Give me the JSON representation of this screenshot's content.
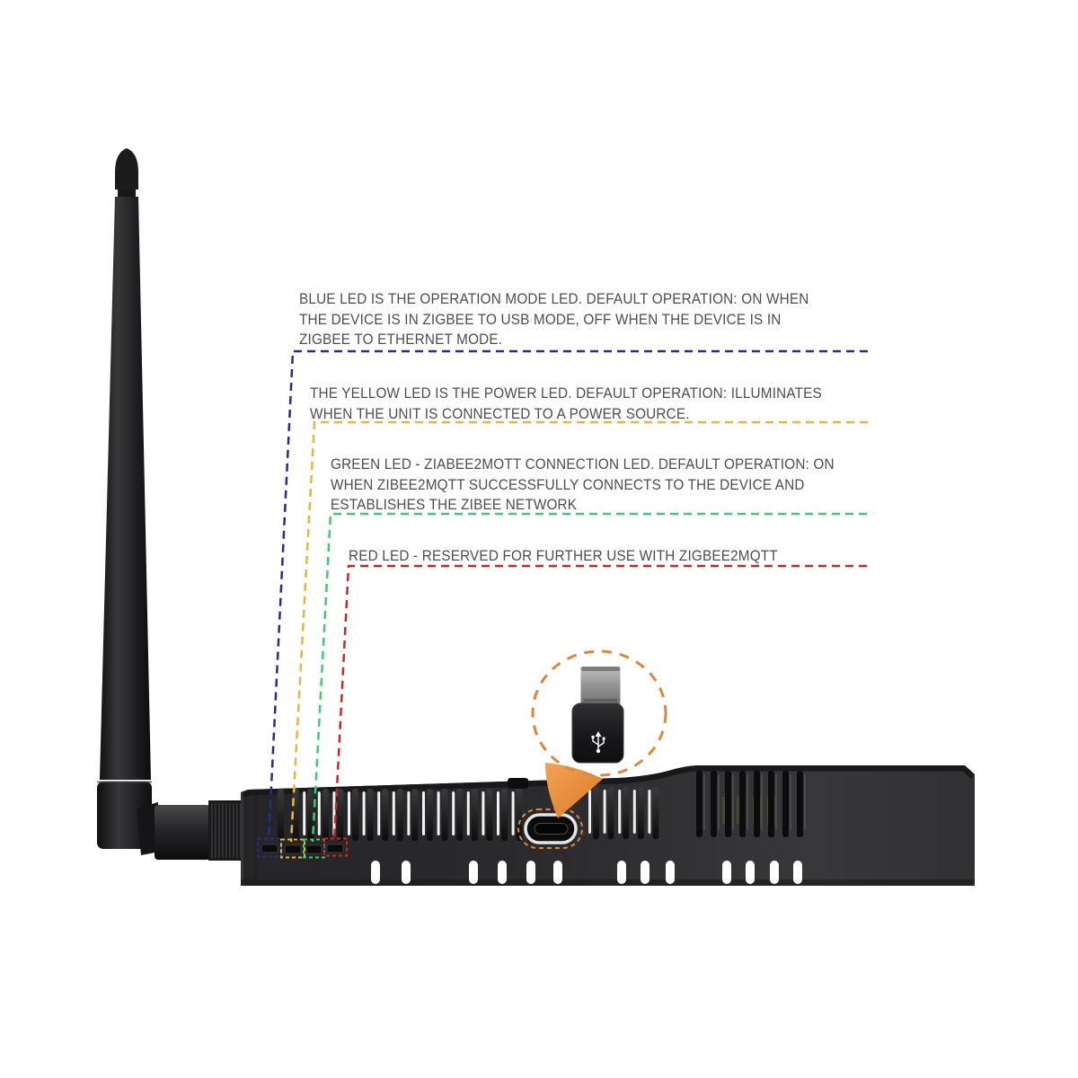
{
  "page": {
    "background": "#ffffff",
    "text_color": "#4d4d4f"
  },
  "annotations": [
    {
      "led": "blue",
      "color": "#2b2b8e",
      "lines": [
        "BLUE LED IS THE OPERATION MODE LED. DEFAULT OPERATION: ON WHEN",
        "THE DEVICE IS IN ZIGBEE TO USB MODE, OFF WHEN THE DEVICE IS IN",
        "ZIGBEE TO ETHERNET MODE."
      ]
    },
    {
      "led": "yellow",
      "color": "#ecb43e",
      "lines": [
        "THE YELLOW LED IS THE POWER LED. DEFAULT OPERATION: ILLUMINATES",
        "WHEN THE UNIT IS CONNECTED TO A POWER SOURCE."
      ]
    },
    {
      "led": "green",
      "color": "#3ecb72",
      "lines": [
        "GREEN LED - ZIABEE2MOTT CONNECTION LED. DEFAULT OPERATION: ON",
        "WHEN ZIBEE2MQTT SUCCESSFULLY CONNECTS TO THE DEVICE AND",
        "ESTABLISHES THE ZIBEE NETWORK"
      ]
    },
    {
      "led": "red",
      "color": "#c42a2a",
      "lines": [
        "RED LED - RESERVED FOR FURTHER USE WITH ZIGBEE2MQTT"
      ]
    }
  ],
  "callout": {
    "color": "#e0863c"
  }
}
